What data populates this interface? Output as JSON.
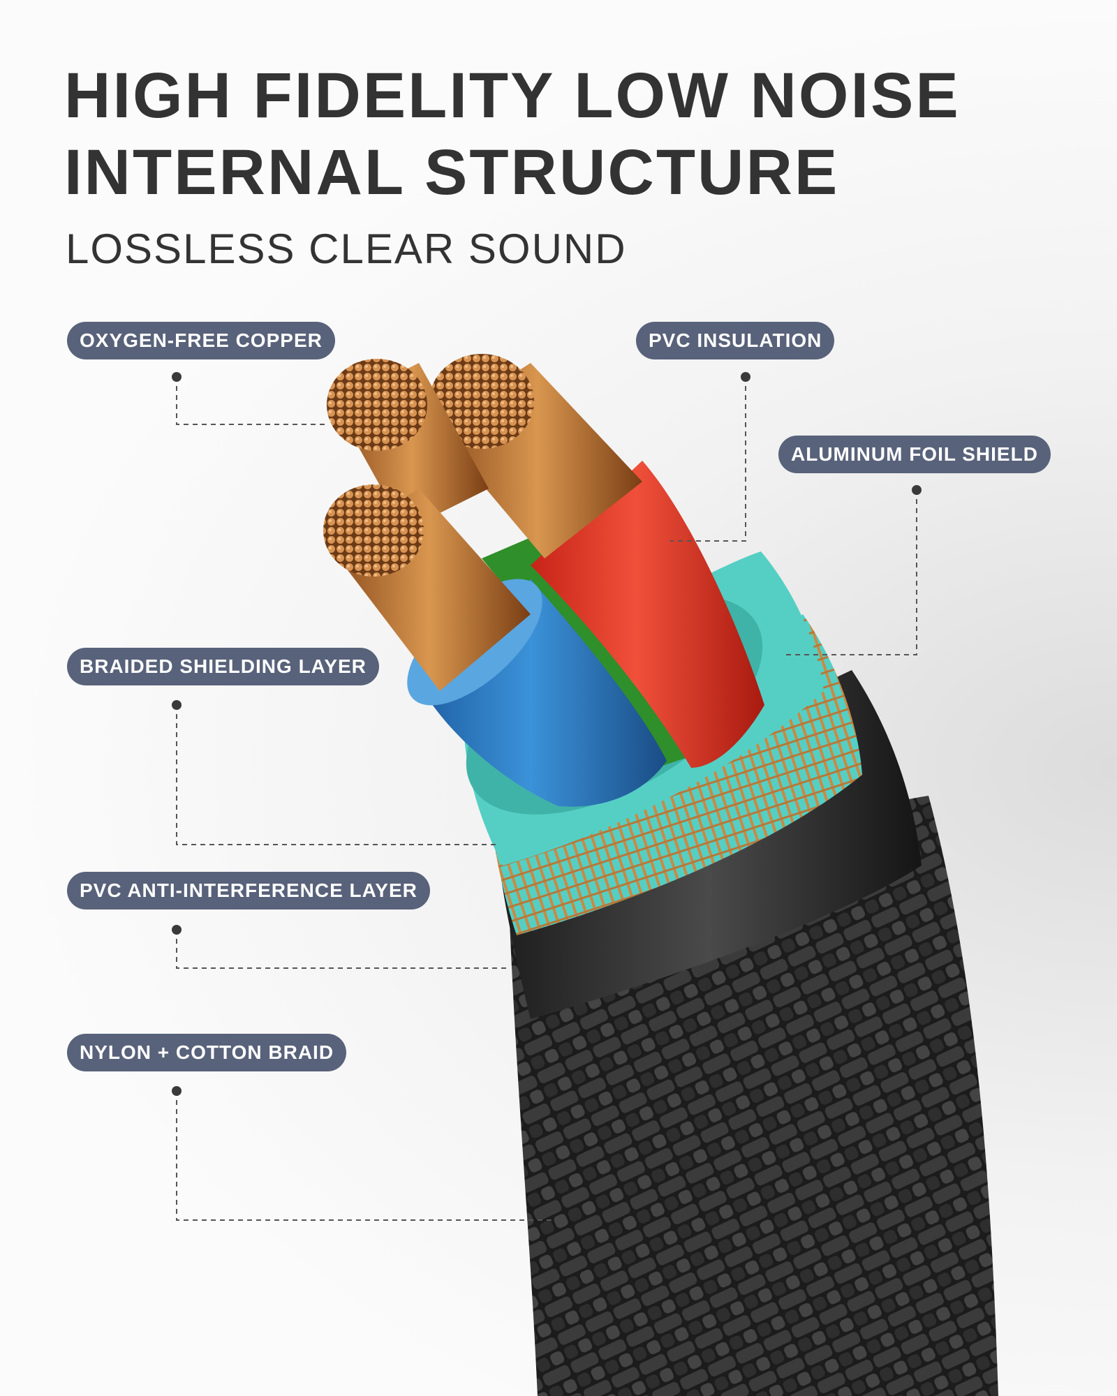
{
  "header": {
    "title_line1": "HIGH FIDELITY LOW NOISE",
    "title_line2": "INTERNAL STRUCTURE",
    "subtitle": "LOSSLESS CLEAR SOUND"
  },
  "layers": [
    {
      "label": "OXYGEN-FREE COPPER"
    },
    {
      "label": "PVC INSULATION"
    },
    {
      "label": "ALUMINUM FOIL SHIELD"
    },
    {
      "label": "BRAIDED SHIELDING LAYER"
    },
    {
      "label": "PVC ANTI-INTERFERENCE LAYER"
    },
    {
      "label": "NYLON + COTTON BRAID"
    }
  ],
  "colors": {
    "label_bg": "#58627a",
    "copper": "#c07a3c",
    "red_wire": "#e23a2a",
    "blue_wire": "#2e7fc4",
    "green_wire": "#2f8f2a",
    "foil": "#55cfc4",
    "jacket": "#2c2c2c"
  }
}
